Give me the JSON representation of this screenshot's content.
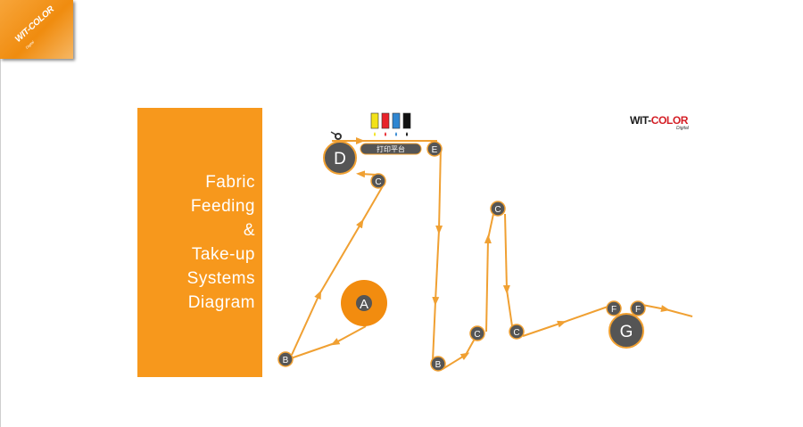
{
  "corner_logo": {
    "text": "WIT-COLOR",
    "sub": "Digital"
  },
  "title": "Fabric\nFeeding\n&\nTake-up\nSystems\nDiagram",
  "brand_logo": {
    "main": "WIT-",
    "color_part": "COLOR",
    "sub": "Digital"
  },
  "platform_label": "打印平台",
  "ink_colors": [
    "#f2e21a",
    "#e8232b",
    "#2f86d1",
    "#111111"
  ],
  "colors": {
    "accent": "#f7981c",
    "path": "#f0a032",
    "node_dark": "#555555",
    "node_orange": "#f28c0f"
  },
  "nodes": {
    "A": "A",
    "B": "B",
    "C": "C",
    "D": "D",
    "E": "E",
    "F": "F",
    "G": "G"
  }
}
